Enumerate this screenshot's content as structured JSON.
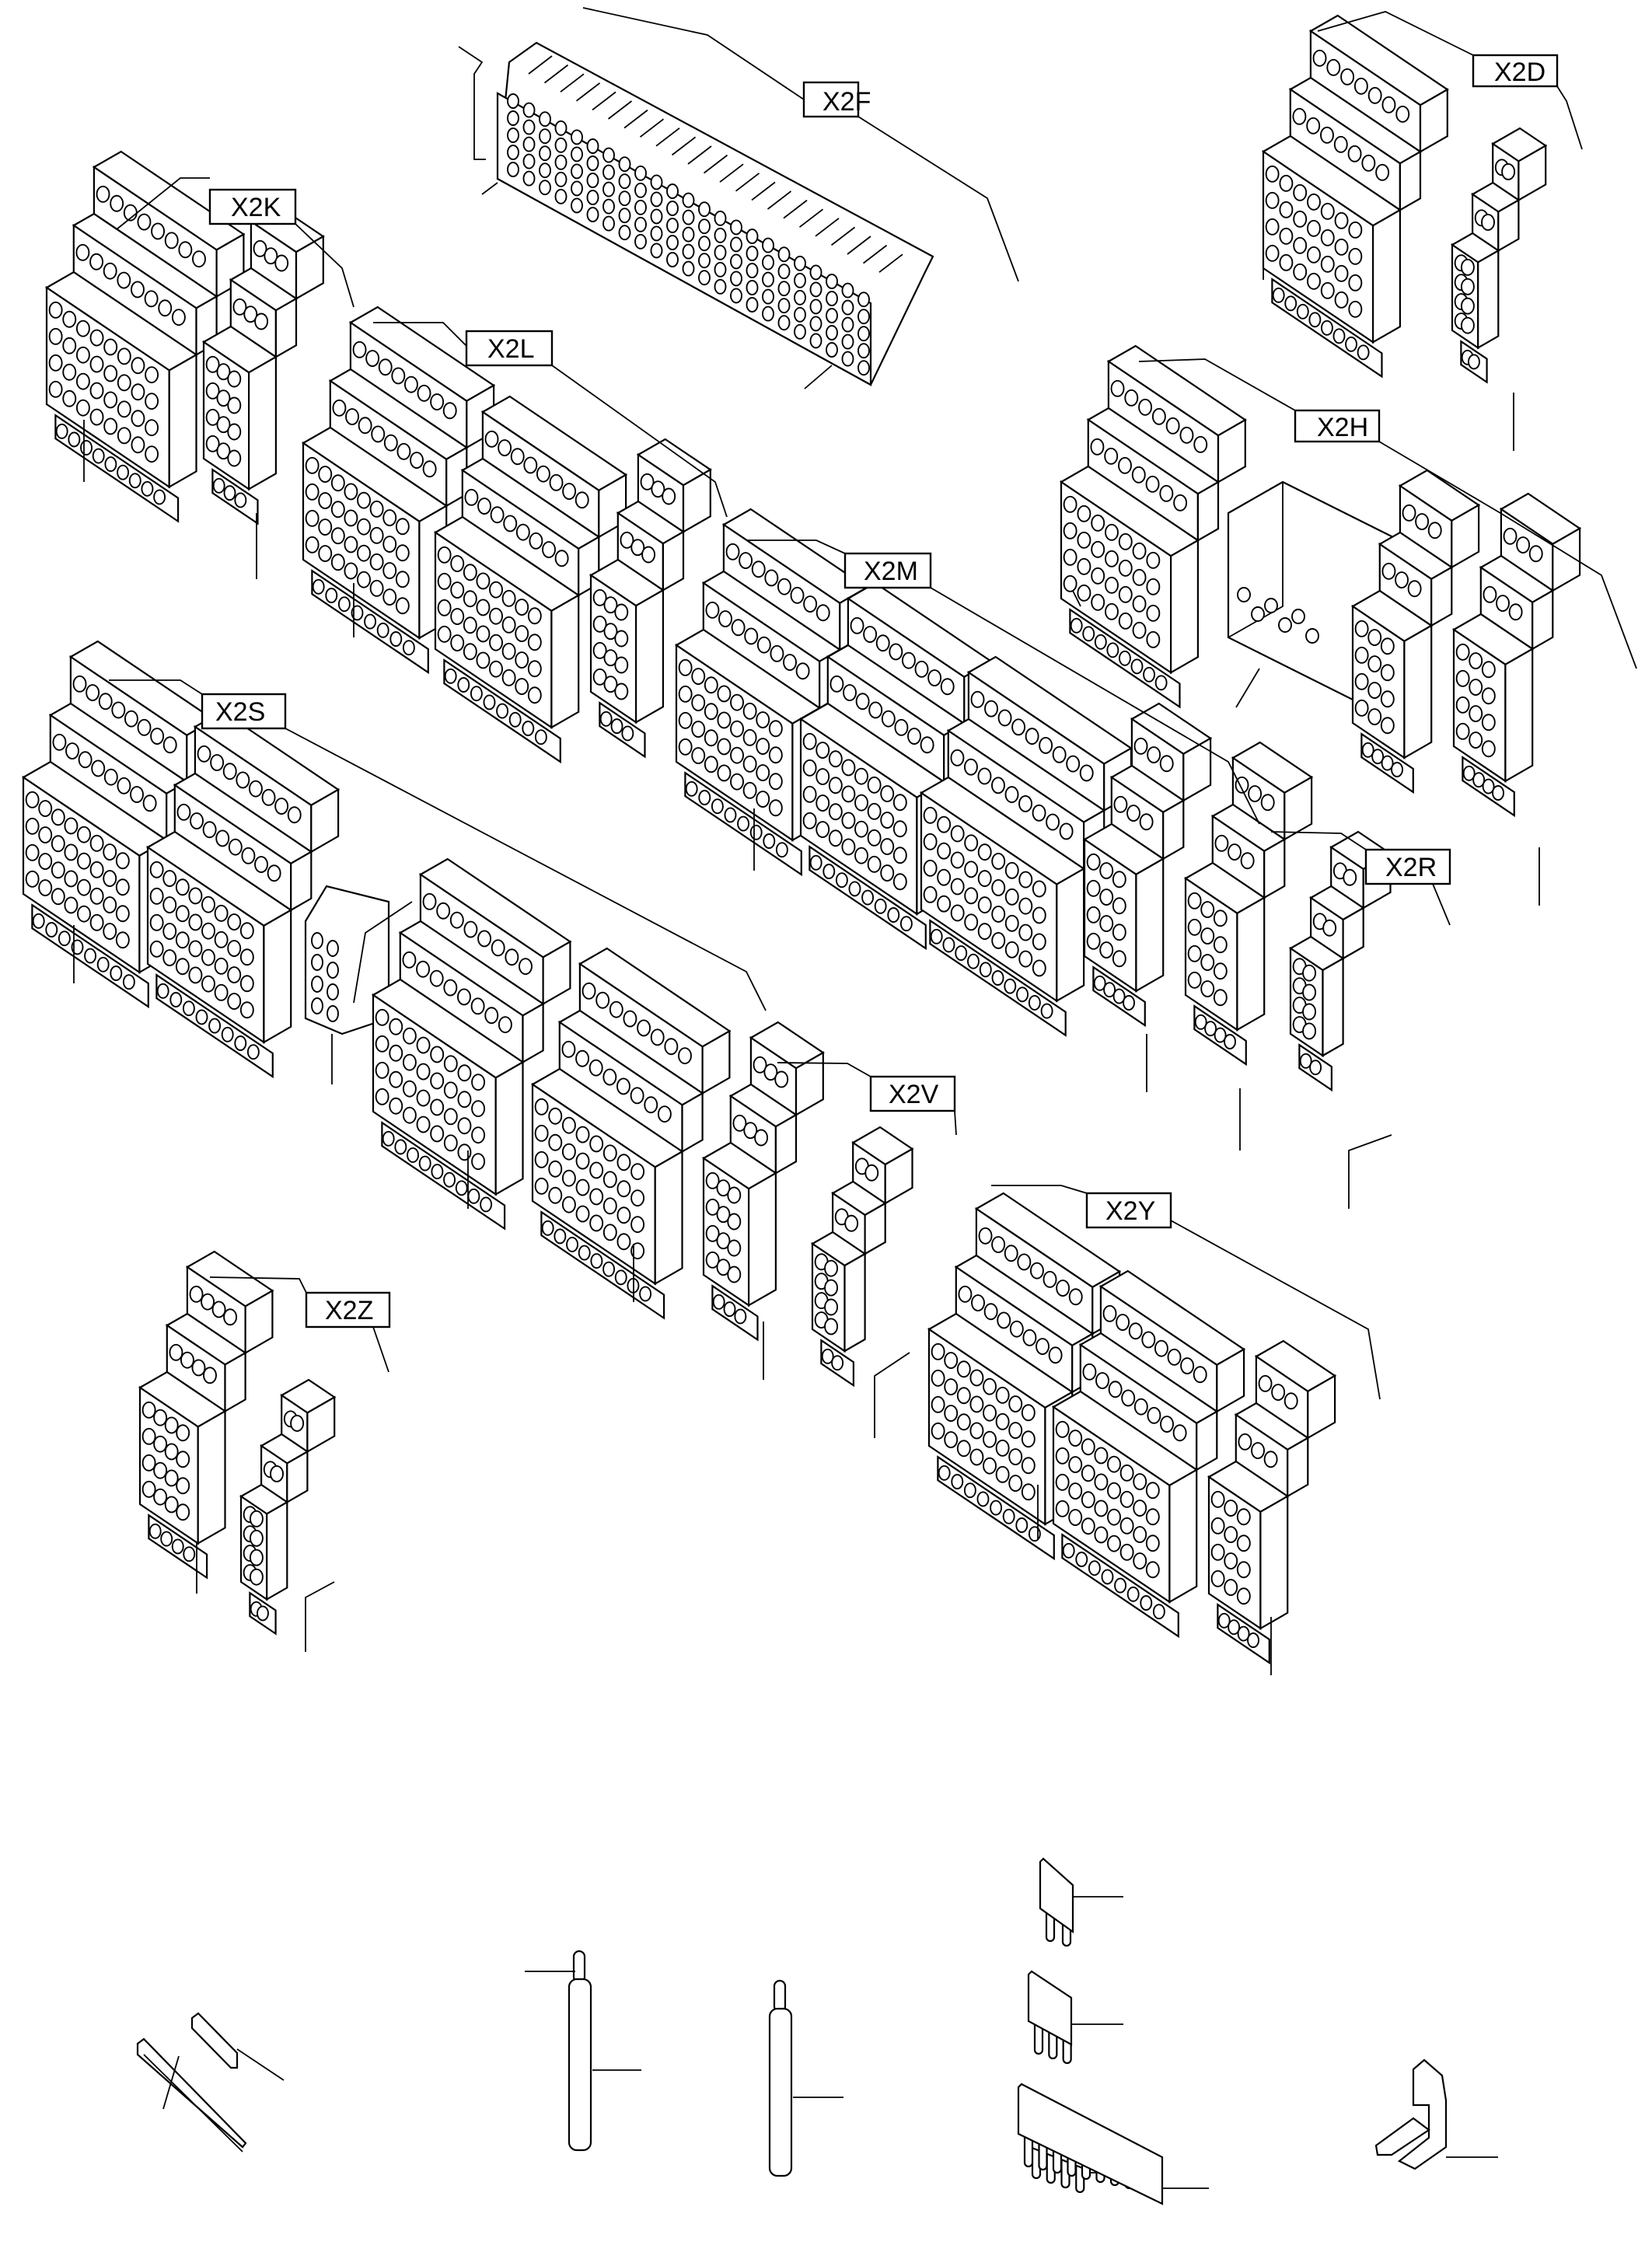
{
  "diagram": {
    "type": "exploded parts illustration",
    "subject": "terminal block assemblies",
    "stroke_color": "#000000",
    "background_color": "#ffffff"
  },
  "assemblies": [
    {
      "id": "x2f",
      "label": "X2F"
    },
    {
      "id": "x2d",
      "label": "X2D"
    },
    {
      "id": "x2k",
      "label": "X2K"
    },
    {
      "id": "x2l",
      "label": "X2L"
    },
    {
      "id": "x2h",
      "label": "X2H"
    },
    {
      "id": "x2m",
      "label": "X2M"
    },
    {
      "id": "x2s",
      "label": "X2S"
    },
    {
      "id": "x2r",
      "label": "X2R"
    },
    {
      "id": "x2v",
      "label": "X2V"
    },
    {
      "id": "x2y",
      "label": "X2Y"
    },
    {
      "id": "x2z",
      "label": "X2Z"
    }
  ],
  "loose_parts": [
    {
      "id": "marker-strips",
      "name": "marker strips"
    },
    {
      "id": "wire-1",
      "name": "wire with ferrule"
    },
    {
      "id": "wire-2",
      "name": "wire with ferrule"
    },
    {
      "id": "jumper-2-pole",
      "name": "2-pole jumper"
    },
    {
      "id": "jumper-3-pole",
      "name": "3-pole jumper"
    },
    {
      "id": "jumper-4-pole",
      "name": "4-pole jumper"
    },
    {
      "id": "jumper-10-pole",
      "name": "10-pole jumper"
    },
    {
      "id": "end-bracket",
      "name": "end bracket"
    }
  ]
}
